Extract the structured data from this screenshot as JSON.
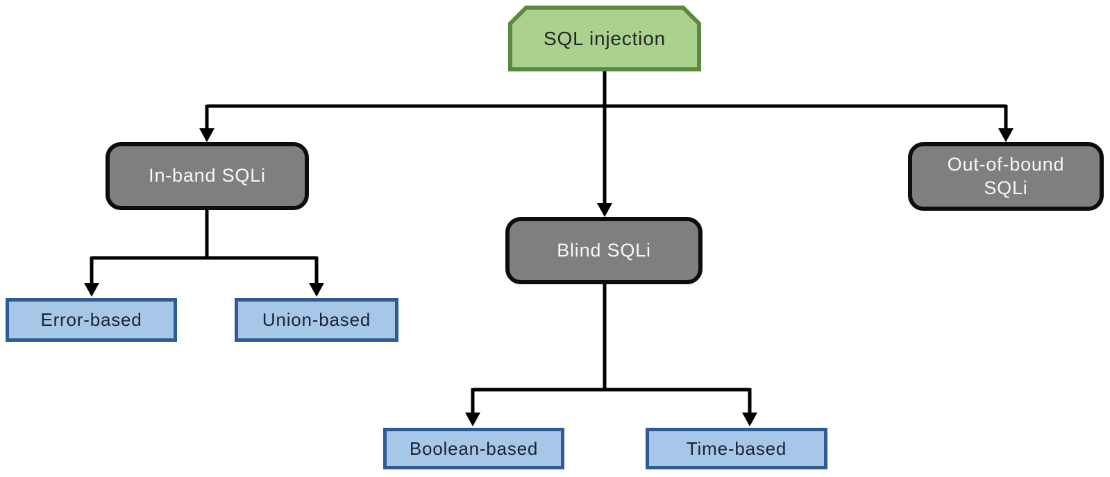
{
  "colors": {
    "root_fill": "#abd18f",
    "root_border": "#5a8a3b",
    "root_text": "#252525",
    "category_fill": "#7f7f7f",
    "category_border": "#0d0d0d",
    "category_text": "#f7f7f7",
    "leaf_fill": "#a7c7e8",
    "leaf_border": "#2f5b94",
    "leaf_text": "#1b2430",
    "connector": "#000000"
  },
  "nodes": {
    "root": {
      "label": "SQL injection"
    },
    "in_band": {
      "label": "In-band SQLi"
    },
    "blind": {
      "label": "Blind SQLi"
    },
    "out_of_bound": {
      "label": "Out-of-bound SQLi"
    },
    "error_based": {
      "label": "Error-based"
    },
    "union_based": {
      "label": "Union-based"
    },
    "boolean_based": {
      "label": "Boolean-based"
    },
    "time_based": {
      "label": "Time-based"
    }
  },
  "hierarchy": {
    "root": "SQL injection",
    "children": [
      {
        "label": "In-band SQLi",
        "children": [
          "Error-based",
          "Union-based"
        ]
      },
      {
        "label": "Blind SQLi",
        "children": [
          "Boolean-based",
          "Time-based"
        ]
      },
      {
        "label": "Out-of-bound SQLi",
        "children": []
      }
    ]
  }
}
